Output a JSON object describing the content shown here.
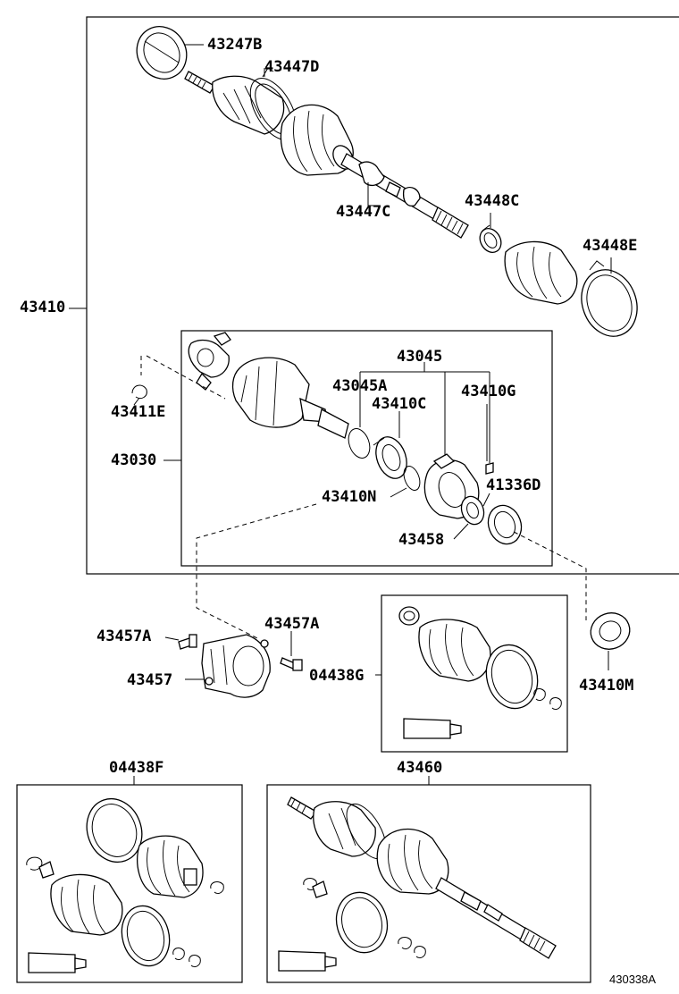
{
  "diagram": {
    "labels": {
      "l43247B": "43247B",
      "l43447D": "43447D",
      "l43447C": "43447C",
      "l43448C": "43448C",
      "l43448E": "43448E",
      "l43410": "43410",
      "l43411E": "43411E",
      "l43030": "43030",
      "l43045": "43045",
      "l43045A": "43045A",
      "l43410C": "43410C",
      "l43410G": "43410G",
      "l41336D": "41336D",
      "l43410N": "43410N",
      "l43458": "43458",
      "l43457A_left": "43457A",
      "l43457A_right": "43457A",
      "l43457": "43457",
      "l04438G": "04438G",
      "l43410M": "43410M",
      "l04438F": "04438F",
      "l43460": "43460",
      "figure_code": "430338A"
    }
  }
}
